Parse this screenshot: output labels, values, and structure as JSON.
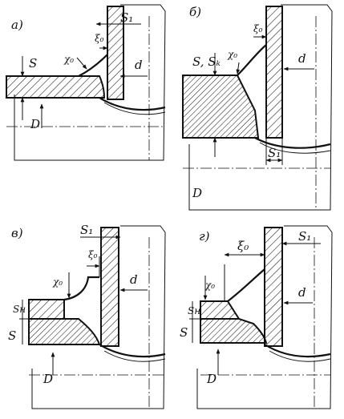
{
  "panels": [
    {
      "id": "a",
      "letter": "а)",
      "labels": {
        "s1": "S₁",
        "xi": "ξ₀",
        "chi": "χ₀",
        "s": "S",
        "d": "d",
        "D": "D"
      }
    },
    {
      "id": "b",
      "letter": "б)",
      "labels": {
        "xi": "ξ₀",
        "chi": "χ₀",
        "s": "S, Sₖ",
        "d": "d",
        "s1": "S₁",
        "D": "D"
      }
    },
    {
      "id": "v",
      "letter": "в)",
      "labels": {
        "s1": "S₁",
        "xi": "ξ₀",
        "chi": "χ₀",
        "sn": "Sн",
        "s": "S",
        "d": "d",
        "D": "D"
      }
    },
    {
      "id": "g",
      "letter": "г)",
      "labels": {
        "xi": "ξ₀",
        "s1": "S₁",
        "chi": "χ₀",
        "sn": "Sн",
        "s": "S",
        "d": "d",
        "D": "D"
      }
    }
  ]
}
